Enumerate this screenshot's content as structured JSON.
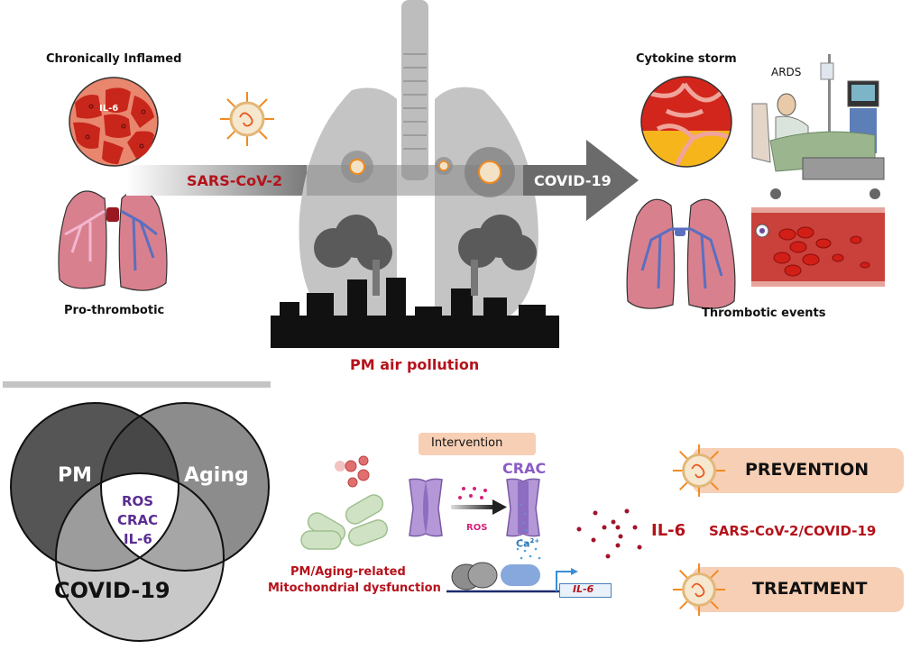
{
  "top_panel": {
    "left": {
      "title": "Chronically Inflamed",
      "tissue_label": "IL-6",
      "lungs_label": "Pro-thrombotic"
    },
    "center": {
      "virus_label": "SARS-CoV-2",
      "outcome_label": "COVID-19",
      "pollution_label": "PM air pollution"
    },
    "right": {
      "cytokine_label": "Cytokine storm",
      "ards_label": "ARDS",
      "thrombotic_label": "Thrombotic events"
    }
  },
  "bottom_panel": {
    "venn": {
      "circles": [
        "PM",
        "Aging",
        "COVID-19"
      ],
      "intersection": [
        "ROS",
        "CRAC",
        "IL-6"
      ]
    },
    "mechanism": {
      "intervention_label": "Intervention",
      "crac_label": "CRAC",
      "ros_label": "ROS",
      "calcium_label": "Ca",
      "calcium_superscript": "2+",
      "gene_label": "IL-6",
      "cytokine_label": "IL-6",
      "mito_label_line1": "PM/Aging-related",
      "mito_label_line2": "Mitochondrial dysfunction"
    },
    "outcomes": {
      "prevention_label": "PREVENTION",
      "disease_label": "SARS-CoV-2/COVID-19",
      "treatment_label": "TREATMENT"
    }
  },
  "colors": {
    "accent_red": "#b5121b",
    "purple": "#5a2d91",
    "pill": "#f7cfb5",
    "arrow_gray": "#6b6b6b"
  }
}
